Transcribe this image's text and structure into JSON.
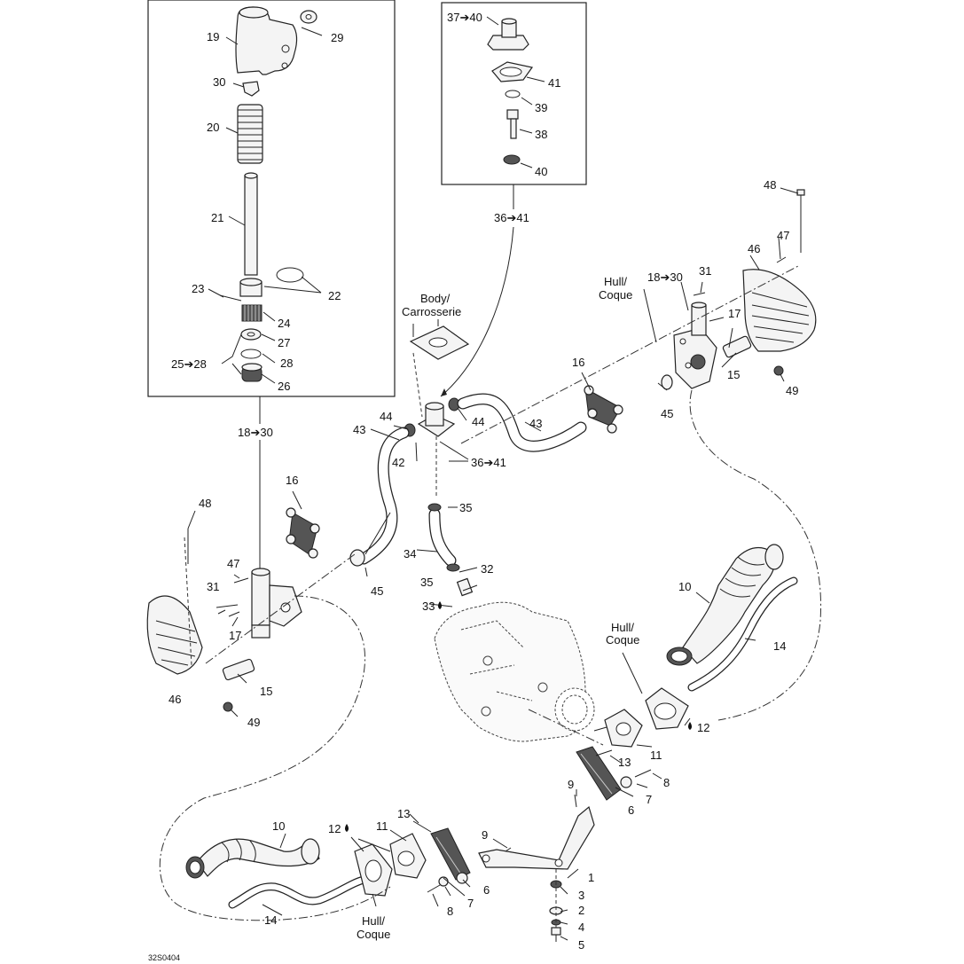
{
  "diagram": {
    "code": "32S0404",
    "labels": {
      "l1": "1",
      "l2": "2",
      "l3": "3",
      "l4": "4",
      "l5": "5",
      "l6a": "6",
      "l6b": "6",
      "l7a": "7",
      "l7b": "7",
      "l8a": "8",
      "l8b": "8",
      "l9a": "9",
      "l9b": "9",
      "l10a": "10",
      "l10b": "10",
      "l11a": "11",
      "l11b": "11",
      "l12a": "12",
      "l12b": "12",
      "l13a": "13",
      "l13b": "13",
      "l14a": "14",
      "l14b": "14",
      "l15a": "15",
      "l15b": "15",
      "l16a": "16",
      "l16b": "16",
      "l17a": "17",
      "l17b": "17",
      "l19": "19",
      "l20": "20",
      "l21": "21",
      "l22": "22",
      "l23": "23",
      "l24": "24",
      "l25": "25➔28",
      "l26": "26",
      "l27": "27",
      "l28": "28",
      "l29": "29",
      "l30": "30",
      "l31a": "31",
      "l31b": "31",
      "l32": "32",
      "l33": "33",
      "l34": "34",
      "l35a": "35",
      "l35b": "35",
      "l36a": "36➔41",
      "l36b": "36➔41",
      "l37": "37➔40",
      "l38": "38",
      "l39": "39",
      "l40": "40",
      "l41": "41",
      "l42": "42",
      "l43a": "43",
      "l43b": "43",
      "l44a": "44",
      "l44b": "44",
      "l45a": "45",
      "l45b": "45",
      "l46a": "46",
      "l46b": "46",
      "l47a": "47",
      "l47b": "47",
      "l48a": "48",
      "l48b": "48",
      "l49a": "49",
      "l49b": "49",
      "l18a": "18➔30",
      "l18b": "18➔30",
      "hull1a": "Hull/",
      "hull1b": "Coque",
      "hull2a": "Hull/",
      "hull2b": "Coque",
      "hull3a": "Hull/",
      "hull3b": "Coque",
      "bodya": "Body/",
      "bodyb": "Carrosserie"
    }
  }
}
